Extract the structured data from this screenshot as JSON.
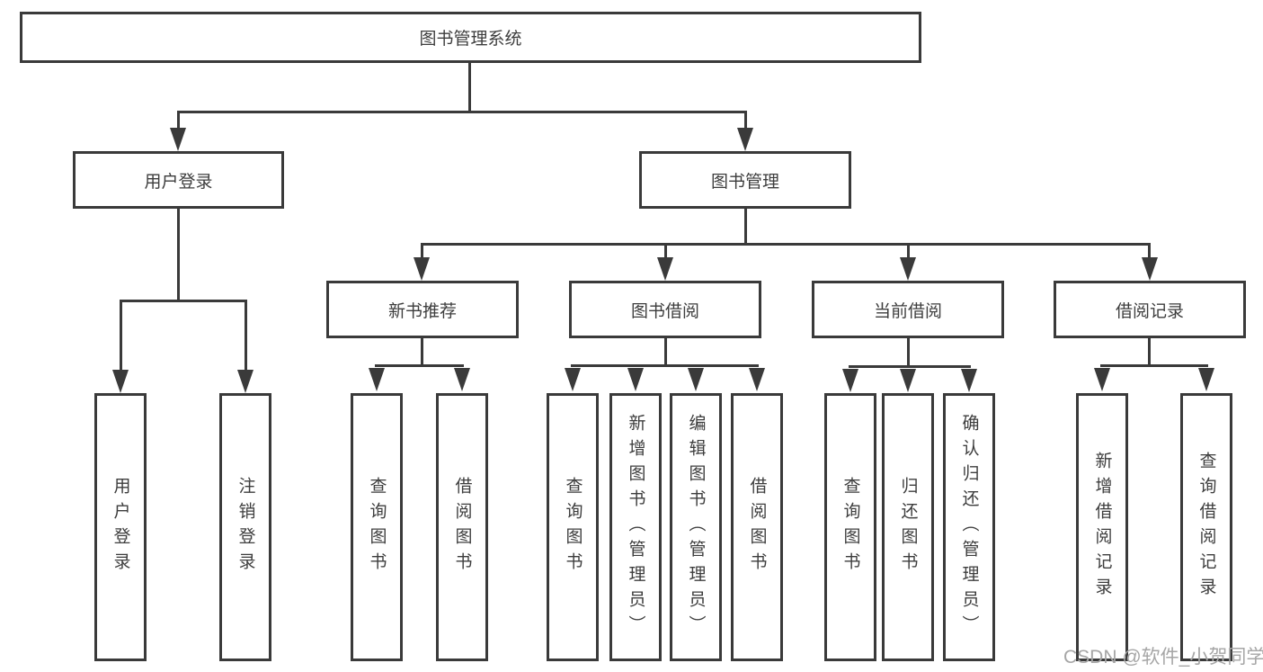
{
  "colors": {
    "stroke": "#3a3a3a",
    "text": "#3d3d3d",
    "watermark": "#a6a6a6"
  },
  "watermark": {
    "text": "CSDN @软件_小贺同学"
  },
  "tree": {
    "root": {
      "label": "图书管理系统"
    },
    "children": [
      {
        "label": "用户登录",
        "children": [
          {
            "label": "用户登录"
          },
          {
            "label": "注销登录"
          }
        ]
      },
      {
        "label": "图书管理",
        "children": [
          {
            "label": "新书推荐",
            "children": [
              {
                "label": "查询图书"
              },
              {
                "label": "借阅图书"
              }
            ]
          },
          {
            "label": "图书借阅",
            "children": [
              {
                "label": "查询图书"
              },
              {
                "label": "新增图书（管理员）"
              },
              {
                "label": "编辑图书（管理员）"
              },
              {
                "label": "借阅图书"
              }
            ]
          },
          {
            "label": "当前借阅",
            "children": [
              {
                "label": "查询图书"
              },
              {
                "label": "归还图书"
              },
              {
                "label": "确认归还（管理员）"
              }
            ]
          },
          {
            "label": "借阅记录",
            "children": [
              {
                "label": "新增借阅记录"
              },
              {
                "label": "查询借阅记录"
              }
            ]
          }
        ]
      }
    ]
  }
}
